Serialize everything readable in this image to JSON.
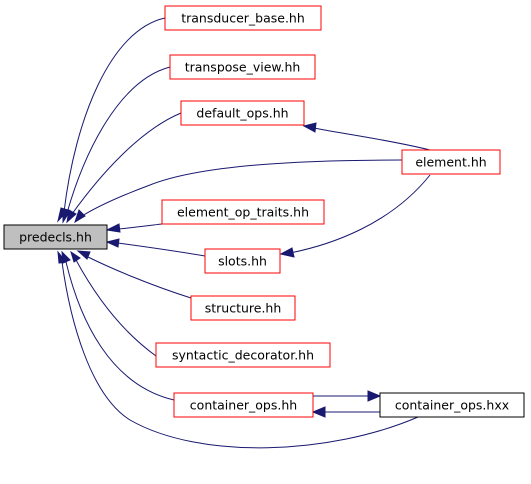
{
  "colors": {
    "edge": "#191970",
    "link_border": "#ff0000",
    "plain_border": "#000000",
    "root_fill": "#bfbfbf",
    "node_fill": "#ffffff"
  },
  "graph": {
    "root": {
      "id": "predecls",
      "label": "predecls.hh"
    },
    "nodes": [
      {
        "id": "transducer_base",
        "label": "transducer_base.hh"
      },
      {
        "id": "transpose_view",
        "label": "transpose_view.hh"
      },
      {
        "id": "default_ops",
        "label": "default_ops.hh"
      },
      {
        "id": "element",
        "label": "element.hh"
      },
      {
        "id": "element_op_traits",
        "label": "element_op_traits.hh"
      },
      {
        "id": "slots",
        "label": "slots.hh"
      },
      {
        "id": "structure",
        "label": "structure.hh"
      },
      {
        "id": "syntactic_decorator",
        "label": "syntactic_decorator.hh"
      },
      {
        "id": "container_ops",
        "label": "container_ops.hh"
      },
      {
        "id": "container_ops_hxx",
        "label": "container_ops.hxx"
      }
    ],
    "edges": [
      {
        "from": "transducer_base",
        "to": "predecls"
      },
      {
        "from": "transpose_view",
        "to": "predecls"
      },
      {
        "from": "default_ops",
        "to": "predecls"
      },
      {
        "from": "element",
        "to": "predecls"
      },
      {
        "from": "element_op_traits",
        "to": "predecls"
      },
      {
        "from": "slots",
        "to": "predecls"
      },
      {
        "from": "structure",
        "to": "predecls"
      },
      {
        "from": "syntactic_decorator",
        "to": "predecls"
      },
      {
        "from": "container_ops",
        "to": "predecls"
      },
      {
        "from": "container_ops_hxx",
        "to": "predecls"
      },
      {
        "from": "element",
        "to": "default_ops"
      },
      {
        "from": "element",
        "to": "slots"
      },
      {
        "from": "container_ops",
        "to": "container_ops_hxx"
      },
      {
        "from": "container_ops_hxx",
        "to": "container_ops"
      }
    ]
  }
}
